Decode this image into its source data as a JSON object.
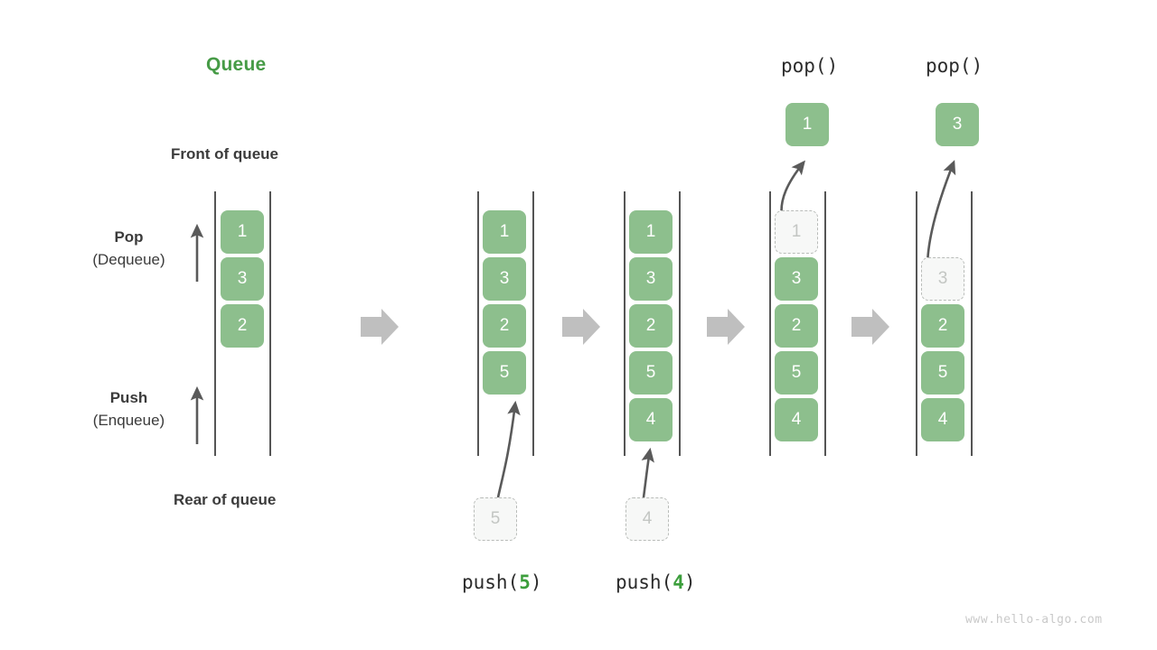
{
  "title": "Queue",
  "labels": {
    "front": "Front of queue",
    "rear": "Rear of queue",
    "pop_main": "Pop",
    "pop_sub": "(Dequeue)",
    "push_main": "Push",
    "push_sub": "(Enqueue)"
  },
  "watermark": "www.hello-algo.com",
  "colors": {
    "element_fill": "#8dbf8d",
    "element_text": "#ffffff",
    "title_green": "#469b46",
    "accent_green": "#3c9e3c",
    "ghost_fill": "#f7f8f7",
    "ghost_border": "#b9bcb9",
    "ghost_text": "#c3c6c3",
    "rail": "#555555",
    "arrow_gray": "#bfbfbf",
    "arrow_dark": "#5a5a5a",
    "text_dark": "#3b3b3b",
    "watermark": "#c9c9c9"
  },
  "panels": [
    {
      "id": "initial",
      "op_label": null,
      "op_prefix": null,
      "op_value": null,
      "top_label": null,
      "cells": [
        "1",
        "3",
        "2"
      ],
      "ghost_index": null,
      "incoming": null,
      "outgoing": null
    },
    {
      "id": "push-5",
      "op_prefix": "push(",
      "op_value": "5",
      "op_suffix": ")",
      "top_label": null,
      "cells": [
        "1",
        "3",
        "2",
        "5"
      ],
      "ghost_index": null,
      "incoming": "5",
      "outgoing": null
    },
    {
      "id": "push-4",
      "op_prefix": "push(",
      "op_value": "4",
      "op_suffix": ")",
      "top_label": null,
      "cells": [
        "1",
        "3",
        "2",
        "5",
        "4"
      ],
      "ghost_index": null,
      "incoming": "4",
      "outgoing": null
    },
    {
      "id": "pop-1",
      "op_prefix": null,
      "op_value": null,
      "top_label": "pop()",
      "cells": [
        "1",
        "3",
        "2",
        "5",
        "4"
      ],
      "ghost_index": 0,
      "incoming": null,
      "outgoing": "1"
    },
    {
      "id": "pop-3",
      "op_prefix": null,
      "op_value": null,
      "top_label": "pop()",
      "cells": [
        "3",
        "2",
        "5",
        "4"
      ],
      "ghost_index": 0,
      "incoming": null,
      "outgoing": "3"
    }
  ],
  "transition_arrows": 4
}
